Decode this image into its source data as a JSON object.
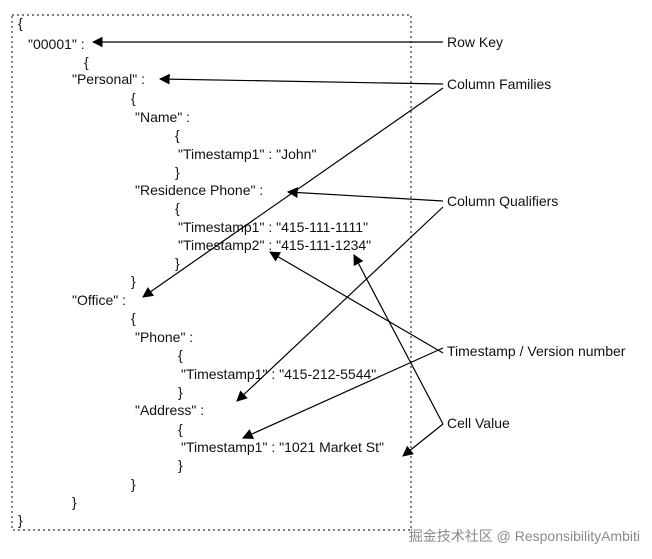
{
  "code_lines": [
    "{",
    "\"00001\" :",
    "{",
    "\"Personal\" :",
    "{",
    "\"Name\" :",
    "{",
    "\"Timestamp1\" : \"John\"",
    "}",
    "\"Residence Phone\" :",
    "{",
    "\"Timestamp1\" : \"415-111-1111\"",
    "\"Timestamp2\" : \"415-111-1234\"",
    "}",
    "}",
    "\"Office\" :",
    "{",
    "\"Phone\" :",
    "{",
    "\"Timestamp1\" : \"415-212-5544\"",
    "}",
    "\"Address\" :",
    "{",
    "\"Timestamp1\" : \"1021 Market St\"",
    "}",
    "}",
    "}",
    "}"
  ],
  "labels": {
    "row_key": "Row Key",
    "column_families": "Column Families",
    "column_qualifiers": "Column Qualifiers",
    "timestamp_version": "Timestamp / Version number",
    "cell_value": "Cell Value"
  },
  "watermark": "掘金技术社区 @ ResponsibilityAmbiti"
}
